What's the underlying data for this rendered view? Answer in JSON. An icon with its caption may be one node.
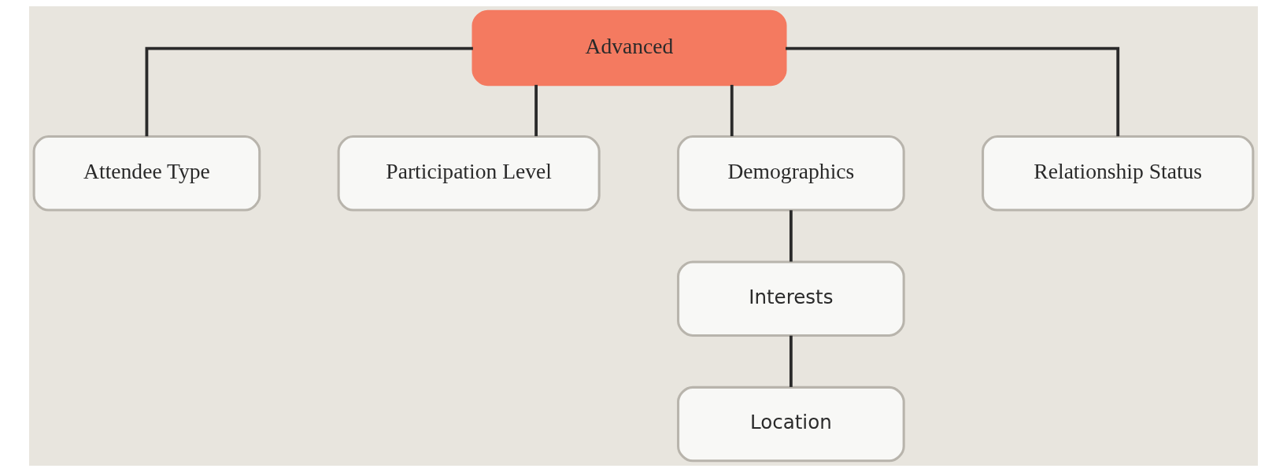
{
  "diagram": {
    "nodes": [
      {
        "text": [
          "Advanced"
        ]
      },
      {
        "text": [
          "Attendee Type"
        ]
      },
      {
        "text": [
          "Participation Level"
        ]
      },
      {
        "text": [
          "Demographics"
        ]
      },
      {
        "text": [
          "Relationship Status"
        ]
      },
      {
        "text": [
          "Interests"
        ]
      },
      {
        "text": [
          "Location"
        ]
      }
    ],
    "edges": [
      {
        "from": 0,
        "to": 1,
        "arrow": "none"
      },
      {
        "from": 0,
        "to": 2,
        "arrow": "none"
      },
      {
        "from": 0,
        "to": 3,
        "arrow": "none"
      },
      {
        "from": 0,
        "to": 4,
        "arrow": "none"
      },
      {
        "from": 3,
        "to": 5,
        "arrow": "none"
      },
      {
        "from": 5,
        "to": 6,
        "arrow": "none"
      }
    ]
  }
}
